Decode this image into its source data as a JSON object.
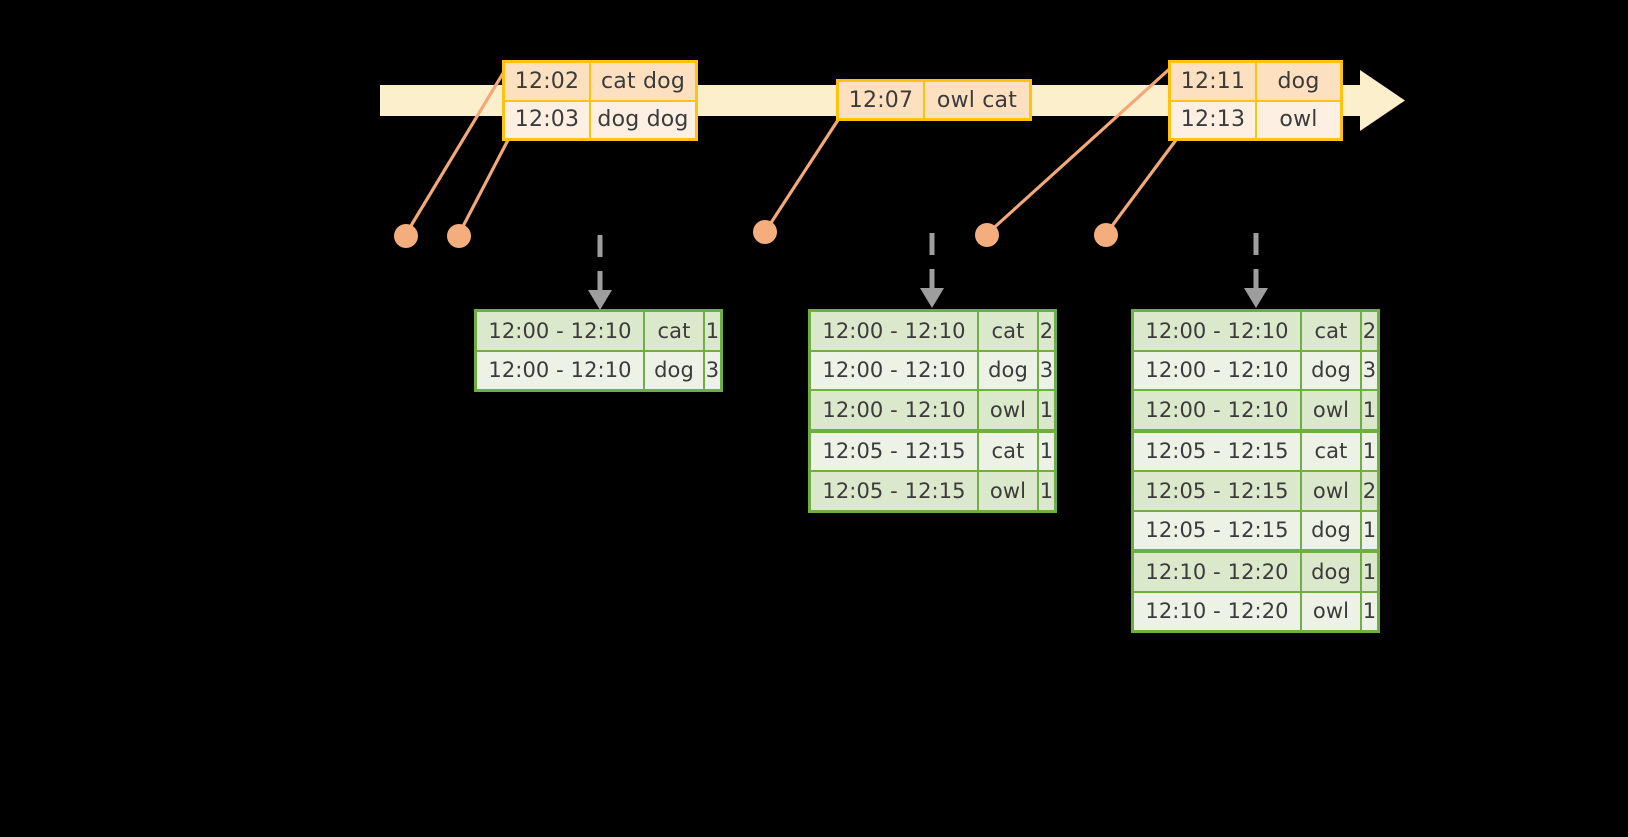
{
  "diagram": {
    "title": "sliding-window-aggregation-timeline",
    "colors": {
      "background": "#000000",
      "timeline_bar": "#FCEFCB",
      "event_border": "#FFC20E",
      "event_fill_a": "#FCE0C0",
      "event_fill_b": "#FDF0E2",
      "connector": "#F2A878",
      "dot": "#F4AE7E",
      "table_border": "#6FAE43",
      "table_fill_a": "#DCE8CC",
      "table_fill_b": "#EDF2E6",
      "dashed_arrow": "#9E9E9E"
    }
  },
  "timeline": {
    "name": "event-time-axis",
    "arrow_direction": "right",
    "event_groups": [
      {
        "name": "event-group-1",
        "rows": [
          {
            "time": "12:02",
            "text": "cat dog"
          },
          {
            "time": "12:03",
            "text": "dog dog"
          }
        ]
      },
      {
        "name": "event-group-2",
        "rows": [
          {
            "time": "12:07",
            "text": "owl cat"
          }
        ]
      },
      {
        "name": "event-group-3",
        "rows": [
          {
            "time": "12:11",
            "text": "dog"
          },
          {
            "time": "12:13",
            "text": "owl"
          }
        ]
      }
    ]
  },
  "dots": [
    {
      "name": "event-dot-1",
      "label": "12:02"
    },
    {
      "name": "event-dot-2",
      "label": "12:03"
    },
    {
      "name": "event-dot-3",
      "label": "12:07"
    },
    {
      "name": "event-dot-4",
      "label": "12:11"
    },
    {
      "name": "event-dot-5",
      "label": "12:13"
    }
  ],
  "result_tables": [
    {
      "name": "result-table-1",
      "rows": [
        {
          "window": "12:00 - 12:10",
          "key": "cat",
          "count": "1"
        },
        {
          "window": "12:00 - 12:10",
          "key": "dog",
          "count": "3"
        }
      ]
    },
    {
      "name": "result-table-2",
      "rows": [
        {
          "window": "12:00 - 12:10",
          "key": "cat",
          "count": "2"
        },
        {
          "window": "12:00 - 12:10",
          "key": "dog",
          "count": "3"
        },
        {
          "window": "12:00 - 12:10",
          "key": "owl",
          "count": "1"
        },
        {
          "window": "12:05 - 12:15",
          "key": "cat",
          "count": "1"
        },
        {
          "window": "12:05 - 12:15",
          "key": "owl",
          "count": "1"
        }
      ]
    },
    {
      "name": "result-table-3",
      "rows": [
        {
          "window": "12:00 - 12:10",
          "key": "cat",
          "count": "2"
        },
        {
          "window": "12:00 - 12:10",
          "key": "dog",
          "count": "3"
        },
        {
          "window": "12:00 - 12:10",
          "key": "owl",
          "count": "1"
        },
        {
          "window": "12:05 - 12:15",
          "key": "cat",
          "count": "1"
        },
        {
          "window": "12:05 - 12:15",
          "key": "owl",
          "count": "2"
        },
        {
          "window": "12:05 - 12:15",
          "key": "dog",
          "count": "1"
        },
        {
          "window": "12:10 - 12:20",
          "key": "dog",
          "count": "1"
        },
        {
          "window": "12:10 - 12:20",
          "key": "owl",
          "count": "1"
        }
      ]
    }
  ]
}
